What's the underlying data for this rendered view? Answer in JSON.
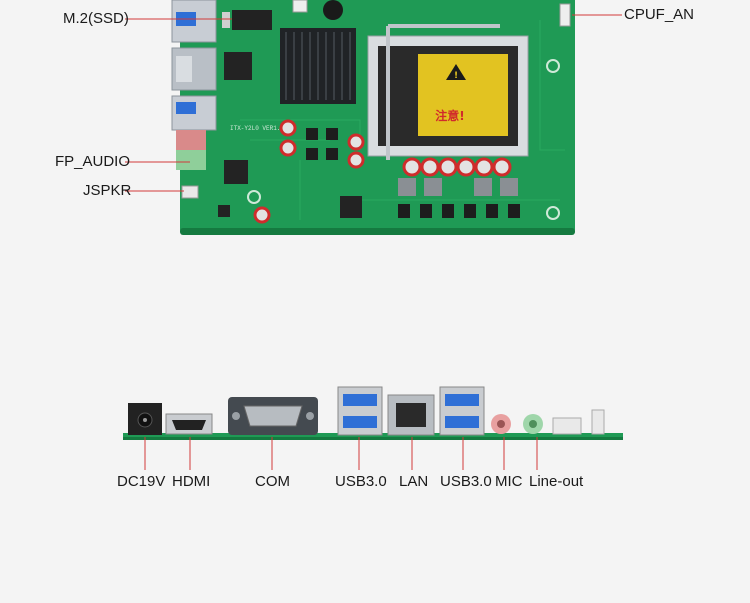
{
  "top_labels": {
    "m2": "M.2(SSD)",
    "cpuf": "CPUF_AN",
    "fp_audio": "FP_AUDIO",
    "jspkr": "JSPKR"
  },
  "board_silkscreen": "ITX-Y2L0 VER1.0",
  "socket_warning": "注意!",
  "bottom_labels": [
    "DC19V",
    "HDMI",
    "COM",
    "USB3.0",
    "LAN",
    "USB3.0",
    "MIC",
    "Line-out"
  ],
  "colors": {
    "pcb": "#1f9a55",
    "pcb_dark": "#157a40",
    "leader": "#d23a3a",
    "usb_blue": "#2f6fd6",
    "background": "#f4f4f4"
  }
}
